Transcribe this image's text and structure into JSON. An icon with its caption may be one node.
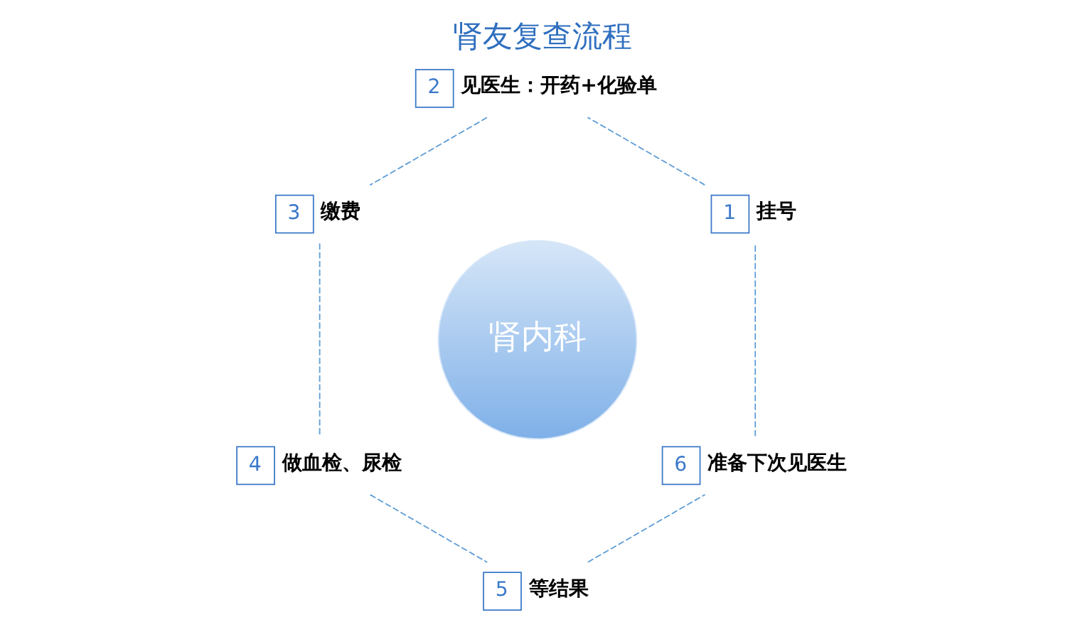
{
  "diagram": {
    "title": "肾友复查流程",
    "nodes": [
      {
        "text": [
          "肾内科"
        ]
      },
      {
        "text": [
          "1"
        ],
        "beside": [
          "挂号"
        ]
      },
      {
        "text": [
          "2"
        ],
        "beside": [
          "见医生：开药+化验单"
        ]
      },
      {
        "text": [
          "3"
        ],
        "beside": [
          "缴费"
        ]
      },
      {
        "text": [
          "4"
        ],
        "beside": [
          "做血检、尿检"
        ]
      },
      {
        "text": [
          "5"
        ],
        "beside": [
          "等结果"
        ]
      },
      {
        "text": [
          "6"
        ],
        "beside": [
          "准备下次见医生"
        ]
      }
    ],
    "edges": [
      {
        "from": 1,
        "to": 2,
        "arrow": "none",
        "style": "dashed"
      },
      {
        "from": 2,
        "to": 3,
        "arrow": "none",
        "style": "dashed"
      },
      {
        "from": 3,
        "to": 4,
        "arrow": "none",
        "style": "dashed"
      },
      {
        "from": 4,
        "to": 5,
        "arrow": "none",
        "style": "dashed"
      },
      {
        "from": 5,
        "to": 6,
        "arrow": "none",
        "style": "dashed"
      },
      {
        "from": 6,
        "to": 1,
        "arrow": "none",
        "style": "dashed"
      }
    ]
  }
}
